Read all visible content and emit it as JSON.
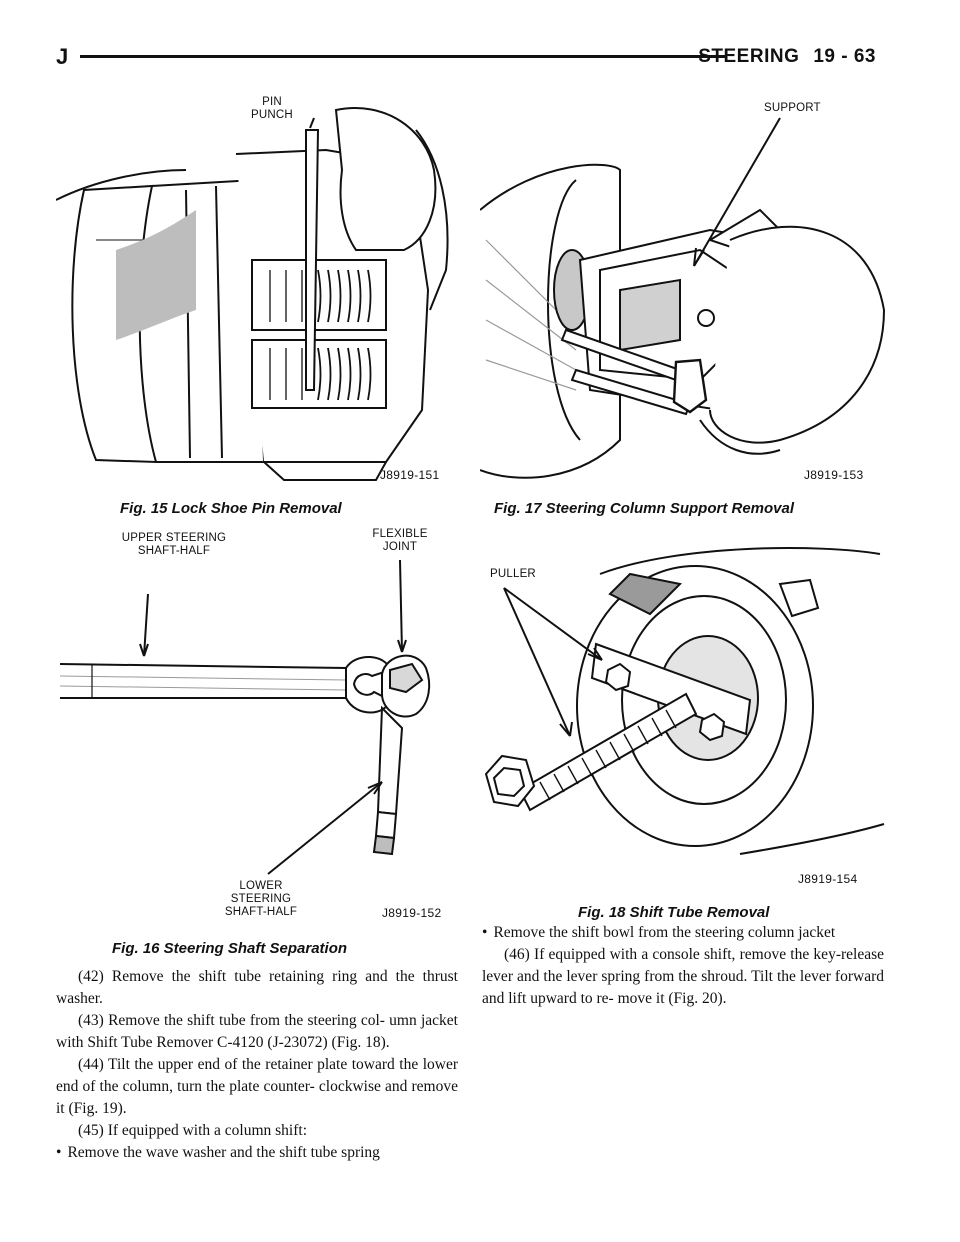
{
  "header": {
    "letter": "J",
    "section": "STEERING",
    "page": "19 - 63"
  },
  "figures": {
    "fig15": {
      "caption": "Fig. 15 Lock Shoe Pin Removal",
      "id": "J8919-151",
      "callout_pin": "PIN\nPUNCH"
    },
    "fig16": {
      "caption": "Fig. 16 Steering Shaft Separation",
      "id": "J8919-152",
      "callout_upper": "UPPER STEERING\nSHAFT-HALF",
      "callout_joint": "FLEXIBLE\nJOINT",
      "callout_lower": "LOWER\nSTEERING\nSHAFT-HALF"
    },
    "fig17": {
      "caption": "Fig. 17 Steering Column Support Removal",
      "id": "J8919-153",
      "callout_support": "SUPPORT"
    },
    "fig18": {
      "caption": "Fig. 18 Shift Tube Removal",
      "id": "J8919-154",
      "callout_puller": "PULLER"
    }
  },
  "left_text": {
    "p42": "(42) Remove the shift tube retaining ring and the thrust washer.",
    "p43": "(43) Remove the shift tube from the steering col- umn jacket with Shift Tube Remover C-4120 (J-23072) (Fig. 18).",
    "p44": "(44) Tilt the upper end of the retainer plate toward the lower end of the column, turn the plate counter- clockwise and remove it (Fig. 19).",
    "p45": "(45) If equipped with a column shift:",
    "b1": "Remove the wave washer and the shift tube spring"
  },
  "right_text": {
    "b2": "Remove the shift bowl from the steering column jacket",
    "p46": "(46) If equipped with a console shift, remove the key-release lever and the lever spring from the shroud. Tilt the lever forward and lift upward to re- move it (Fig. 20)."
  },
  "bullet_glyph": "•"
}
